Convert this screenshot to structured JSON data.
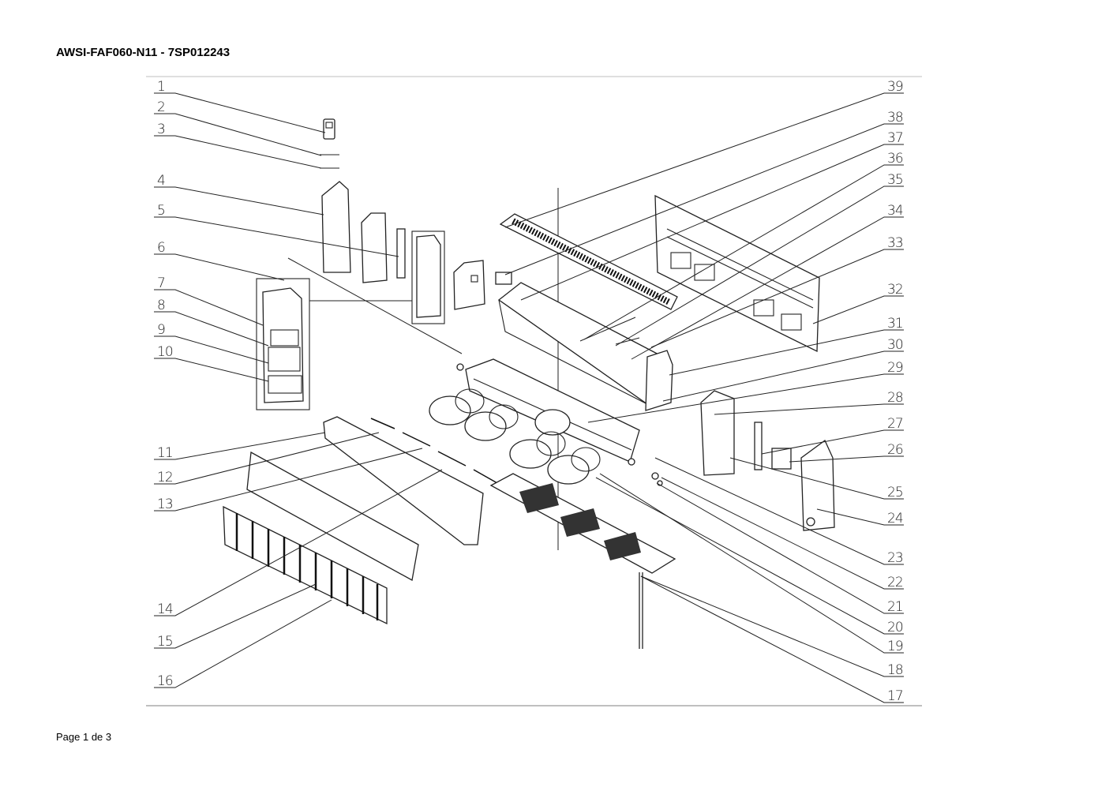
{
  "title": "AWSI-FAF060-N11 - 7SP012243",
  "footer": "Page 1 de 3",
  "callouts_left": [
    "1",
    "2",
    "3",
    "4",
    "5",
    "6",
    "7",
    "8",
    "9",
    "10",
    "11",
    "12",
    "13",
    "14",
    "15",
    "16"
  ],
  "callouts_right": [
    "39",
    "38",
    "37",
    "36",
    "35",
    "34",
    "33",
    "32",
    "31",
    "30",
    "29",
    "28",
    "27",
    "26",
    "25",
    "24",
    "23",
    "22",
    "21",
    "20",
    "19",
    "18",
    "17"
  ]
}
